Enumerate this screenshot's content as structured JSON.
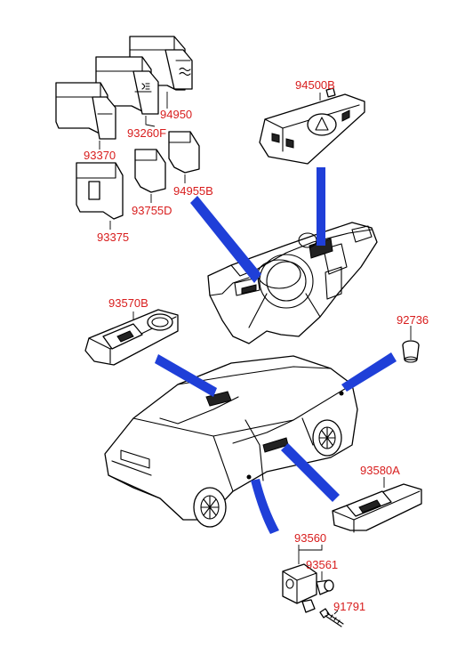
{
  "colors": {
    "part_number": "#d81d1d",
    "pointer": "#1f3fd8",
    "line_art": "#000000",
    "leader": "#000000"
  },
  "parts": {
    "p94950": "94950",
    "p93260F": "93260F",
    "p93370": "93370",
    "p94955B": "94955B",
    "p93755D": "93755D",
    "p93375": "93375",
    "p94500B": "94500B",
    "p93570B": "93570B",
    "p92736": "92736",
    "p93580A": "93580A",
    "p93560": "93560",
    "p93561": "93561",
    "p91791": "91791"
  },
  "icons": [
    "hazard-triangle-icon",
    "rear-defrost-icon",
    "fog-lamp-icon"
  ]
}
